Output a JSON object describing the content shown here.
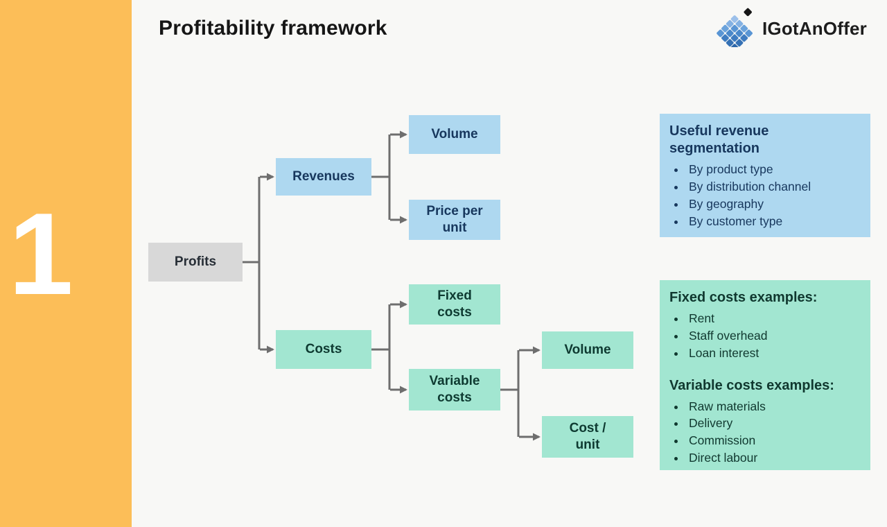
{
  "sidebar": {
    "step_number": "1"
  },
  "header": {
    "title": "Profitability framework",
    "brand_name": "IGotAnOffer"
  },
  "tree": {
    "profits": {
      "lines": [
        "Profits"
      ]
    },
    "revenues": {
      "lines": [
        "Revenues"
      ]
    },
    "revenue_volume": {
      "lines": [
        "Volume"
      ]
    },
    "price_per_unit": {
      "lines": [
        "Price per",
        "unit"
      ]
    },
    "costs": {
      "lines": [
        "Costs"
      ]
    },
    "fixed_costs": {
      "lines": [
        "Fixed",
        "costs"
      ]
    },
    "variable_costs": {
      "lines": [
        "Variable",
        "costs"
      ]
    },
    "cost_volume": {
      "lines": [
        "Volume"
      ]
    },
    "cost_per_unit": {
      "lines": [
        "Cost /",
        "unit"
      ]
    }
  },
  "revenue_panel": {
    "title": "Useful revenue segmentation",
    "bullets": [
      "By product type",
      "By distribution channel",
      "By geography",
      "By customer type"
    ]
  },
  "cost_panel": {
    "fixed_title": "Fixed costs examples:",
    "fixed_bullets": [
      "Rent",
      "Staff overhead",
      "Loan interest"
    ],
    "variable_title": "Variable costs examples:",
    "variable_bullets": [
      "Raw materials",
      "Delivery",
      "Commission",
      "Direct labour"
    ]
  },
  "icons": {
    "brand_logo": "blue-diamond-grid-icon"
  },
  "colors": {
    "band_orange": "#fcbe58",
    "box_blue": "#aed8f0",
    "box_green": "#a2e6d1",
    "box_gray": "#d8d8d8",
    "panel_blue": "#aed8f0",
    "panel_green": "#a2e6d1",
    "connector_gray": "#6e6e6e",
    "text_navy": "#17375d",
    "text_dark_green": "#0e3a31",
    "background": "#f8f8f6"
  }
}
